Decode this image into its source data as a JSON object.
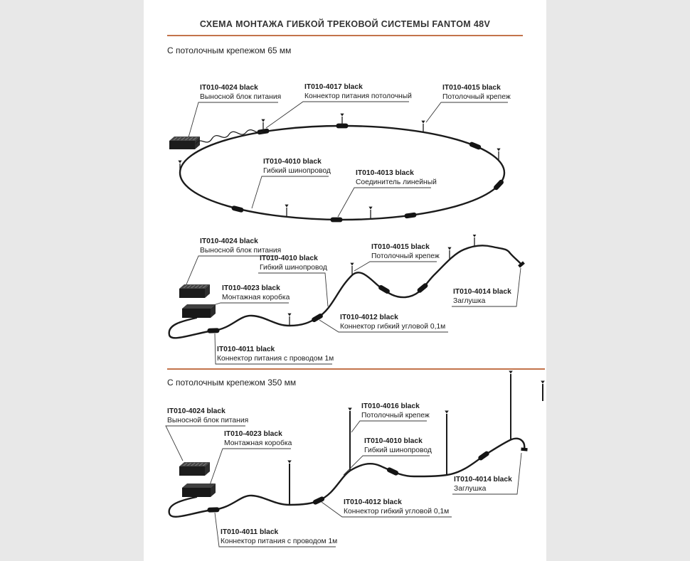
{
  "page": {
    "title": "СХЕМА МОНТАЖА ГИБКОЙ ТРЕКОВОЙ СИСТЕМЫ FANTOM 48V",
    "colors": {
      "accent": "#C3734B",
      "canvas": "#E8E8E8",
      "paper": "#FFFFFF",
      "ink": "#1B1B1B"
    }
  },
  "sections": {
    "mount65": {
      "heading": "С потолочным крепежом 65 мм"
    },
    "mount350": {
      "heading": "С потолочным крепежом 350 мм"
    }
  },
  "diagrams": {
    "oval": {
      "psu": {
        "code": "IT010-4024 black",
        "desc": "Выносной блок питания"
      },
      "ceiling_power_connector": {
        "code": "IT010-4017 black",
        "desc": "Коннектор питания потолочный"
      },
      "ceiling_mount": {
        "code": "IT010-4015 black",
        "desc": "Потолочный крепеж"
      },
      "flex_track": {
        "code": "IT010-4010 black",
        "desc": "Гибкий шинопровод"
      },
      "linear_joint": {
        "code": "IT010-4013 black",
        "desc": "Соединитель линейный"
      }
    },
    "wave65": {
      "psu": {
        "code": "IT010-4024 black",
        "desc": "Выносной блок питания"
      },
      "flex_track": {
        "code": "IT010-4010 black",
        "desc": "Гибкий шинопровод"
      },
      "ceiling_mount": {
        "code": "IT010-4015 black",
        "desc": "Потолочный крепеж"
      },
      "mounting_box": {
        "code": "IT010-4023 black",
        "desc": "Монтажная коробка"
      },
      "end_cap": {
        "code": "IT010-4014 black",
        "desc": "Заглушка"
      },
      "corner_connector": {
        "code": "IT010-4012 black",
        "desc": "Коннектор гибкий угловой 0,1м"
      },
      "power_connector": {
        "code": "IT010-4011 black",
        "desc": "Коннектор питания с проводом 1м"
      }
    },
    "wave350": {
      "psu": {
        "code": "IT010-4024 black",
        "desc": "Выносной блок питания"
      },
      "mounting_box": {
        "code": "IT010-4023 black",
        "desc": "Монтажная коробка"
      },
      "ceiling_mount": {
        "code": "IT010-4016 black",
        "desc": "Потолочный крепеж"
      },
      "flex_track": {
        "code": "IT010-4010 black",
        "desc": "Гибкий шинопровод"
      },
      "end_cap": {
        "code": "IT010-4014 black",
        "desc": "Заглушка"
      },
      "corner_connector": {
        "code": "IT010-4012 black",
        "desc": "Коннектор гибкий угловой 0,1м"
      },
      "power_connector": {
        "code": "IT010-4011 black",
        "desc": "Коннектор питания с проводом 1м"
      }
    }
  }
}
